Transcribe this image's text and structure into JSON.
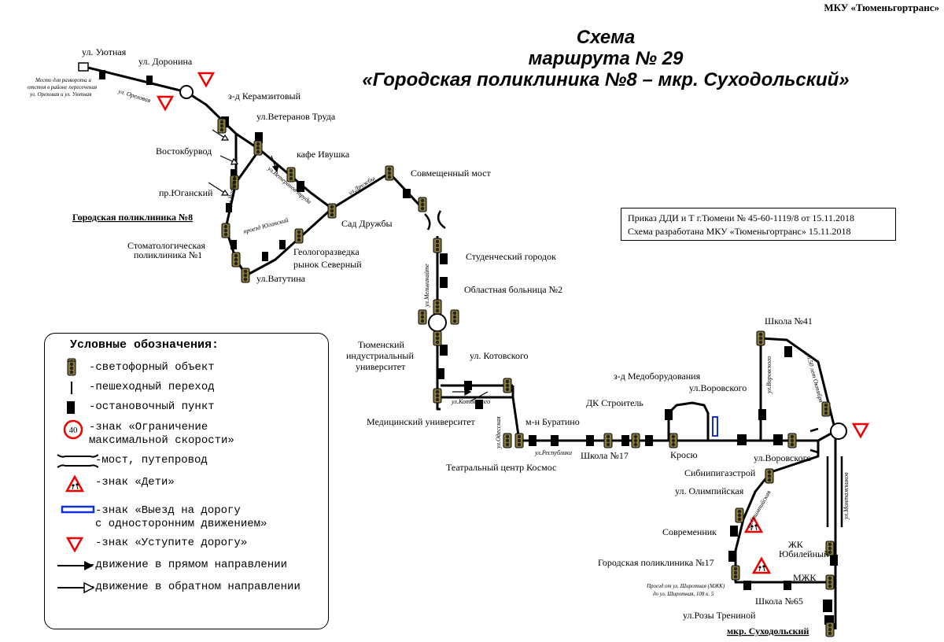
{
  "header": {
    "organization": "МКУ «Тюменьгортранс»",
    "title_line1": "Схема",
    "title_line2": "маршрута № 29",
    "title_line3": "«Городская поликлиника №8 – мкр. Суходольский»"
  },
  "order": {
    "line1": "Приказ ДДИ и Т г.Тюмени № 45-60-1119/8 от 15.11.2018",
    "line2": "Схема разработана МКУ «Тюменьгортранс» 15.11.2018"
  },
  "legend": {
    "title": "Условные обозначения:",
    "items": [
      {
        "icon": "traffic-light-icon",
        "label": "-светофорный объект"
      },
      {
        "icon": "pedestrian-crossing-icon",
        "label": "-пешеходный переход"
      },
      {
        "icon": "bus-stop-icon",
        "label": "-остановочный пункт"
      },
      {
        "icon": "speed-limit-icon",
        "sign_value": "40",
        "label": "-знак «Ограничение\nмаксимальной скорости»"
      },
      {
        "icon": "bridge-icon",
        "label": "-мост, путепровод"
      },
      {
        "icon": "children-sign-icon",
        "label": "-знак «Дети»"
      },
      {
        "icon": "one-way-exit-sign-icon",
        "label": "-знак «Выезд на дорогу\nс односторонним движением»"
      },
      {
        "icon": "yield-sign-icon",
        "label": "-знак «Уступите дорогу»"
      },
      {
        "icon": "forward-arrow-icon",
        "label": "-движение в прямом направлении"
      },
      {
        "icon": "reverse-arrow-icon",
        "label": "-движение в обратном направлении"
      }
    ]
  },
  "map": {
    "turnaround_note": {
      "line1": "Место для разворота и",
      "line2": "отстоя в районе пересечения",
      "line3": "ул. Ореховая и ул. Уютная"
    },
    "streets": {
      "orehovaya": "ул. Ореховая",
      "vatutina": "ул.Ватутина",
      "veteranov": "ул.Ветеранов труда",
      "ugansky": "проезд Юганский",
      "druzhby": "ул.Дружбы",
      "melnikayte": "ул.Мельникайте",
      "kotovskogo": "ул.Котовского",
      "odesskaya": "ул.Одесская",
      "respubliki": "ул.Республики",
      "vorovskogo": "ул.Воровского",
      "let50": "ул.50 лет Октября",
      "olimpiyskaya": "ул.Олимпийская",
      "montazhnikov": "ул.Монтажников",
      "proezd_line1": "Проезд от ул. Широтная (МЖК)",
      "proezd_line2": "до ул. Широтная, 108 к. 5"
    },
    "stops": {
      "uyutnaya": "ул. Уютная",
      "doronina": "ул. Доронина",
      "keramzit": "з-д Керамзитовый",
      "veteranov": "ул.Ветеранов Труда",
      "vostokburvod": "Востокбурвод",
      "kafe": "кафе Ивушка",
      "ugansky": "пр.Юганский",
      "poly8": "Городская поликлиника №8",
      "stomat_line1": "Стоматологическая",
      "stomat_line2": "поликлиника №1",
      "vatutina": "ул.Ватутина",
      "rynok": "рынок Северный",
      "geolog": "Геологоразведка",
      "sad": "Сад Дружбы",
      "most": "Совмещенный мост",
      "student": "Студенческий городок",
      "bolnitsa": "Областная больница №2",
      "tiu_line1": "Тюменский",
      "tiu_line2": "индустриальный",
      "tiu_line3": "университет",
      "kotovskogo": "ул. Котовского",
      "meduni": "Медицинский университет",
      "buratino": "м-н Буратино",
      "teatr": "Театральный центр Космос",
      "school17": "Школа №17",
      "dk": "ДК Строитель",
      "medobor": "з-д Медоборудования",
      "krosyu": "Кросю",
      "vorovskogo_top": "ул.Воровского",
      "vorovskogo_bottom": "ул.Воровского",
      "sibnipi": "Сибнипигазстрой",
      "school41": "Школа №41",
      "olimpiyskaya": "ул. Олимпийская",
      "sovremennik": "Современник",
      "poly17": "Городская поликлиника №17",
      "jubilee_line1": "ЖК",
      "jubilee_line2": "Юбилейный",
      "mzhk": "МЖК",
      "school65": "Школа №65",
      "roza": "ул.Розы Трениной",
      "sukhodolsky": "мкр. Суходольский"
    }
  }
}
